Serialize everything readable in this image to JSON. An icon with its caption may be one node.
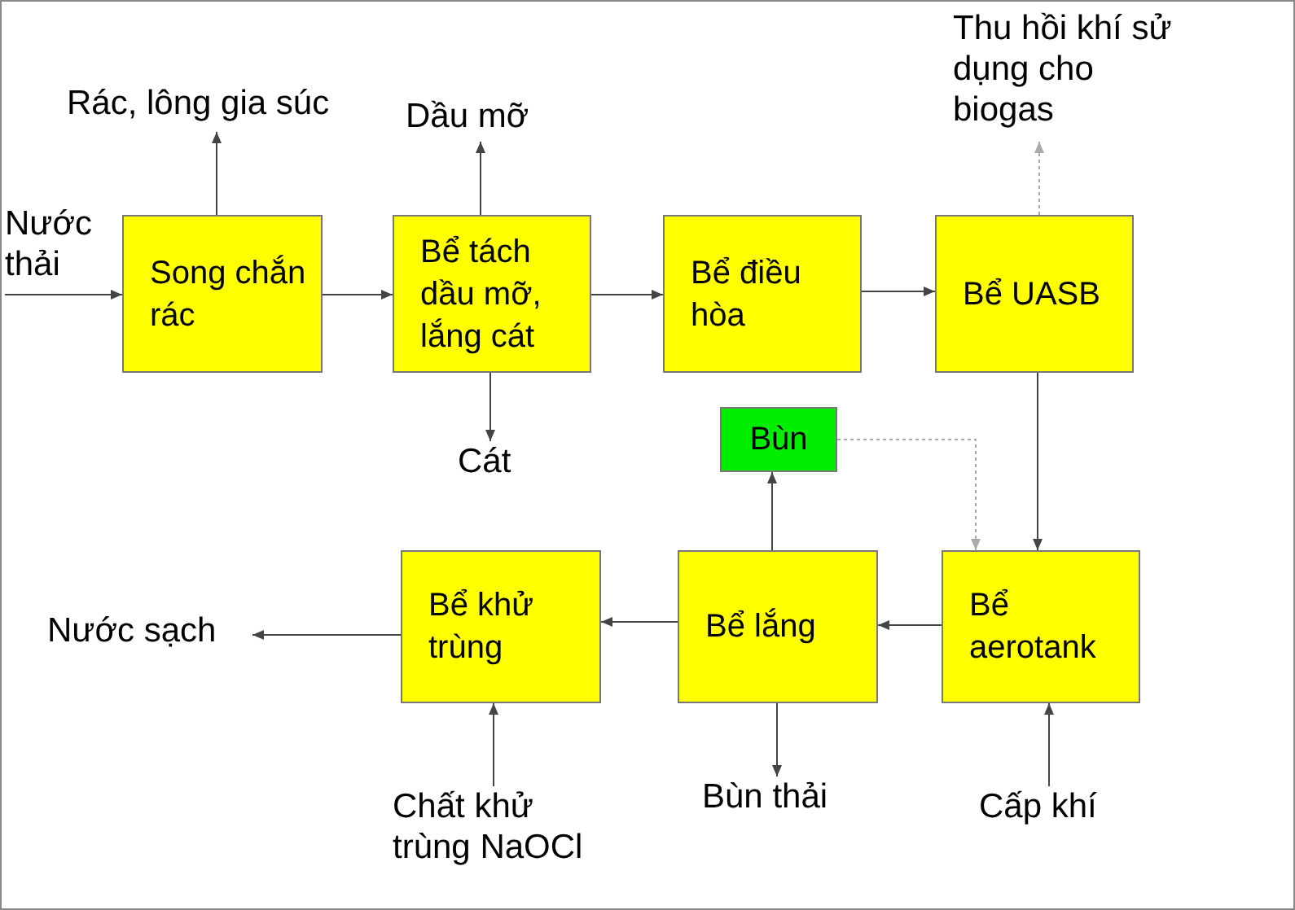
{
  "diagram": {
    "nodes": [
      {
        "text": [
          "Nước thải"
        ]
      },
      {
        "text": [
          "Song chắn rác"
        ]
      },
      {
        "text": [
          "Rác, lông gia súc"
        ]
      },
      {
        "text": [
          "Bể tách dầu mỡ, lắng cát"
        ]
      },
      {
        "text": [
          "Dầu mỡ"
        ]
      },
      {
        "text": [
          "Cát"
        ]
      },
      {
        "text": [
          "Bể điều hòa"
        ]
      },
      {
        "text": [
          "Bể UASB"
        ]
      },
      {
        "text": [
          "Thu hồi khí sử dụng cho biogas"
        ]
      },
      {
        "text": [
          "Bùn"
        ]
      },
      {
        "text": [
          "Bể aerotank"
        ]
      },
      {
        "text": [
          "Bể lắng"
        ]
      },
      {
        "text": [
          "Bể khử trùng"
        ]
      },
      {
        "text": [
          "Nước sạch"
        ]
      },
      {
        "text": [
          "Chất khử trùng NaOCl"
        ]
      },
      {
        "text": [
          "Bùn thải"
        ]
      },
      {
        "text": [
          "Cấp khí"
        ]
      }
    ],
    "edges": [
      {
        "from": 0,
        "to": 1,
        "arrow": "to"
      },
      {
        "from": 1,
        "to": 2,
        "arrow": "to"
      },
      {
        "from": 1,
        "to": 3,
        "arrow": "to"
      },
      {
        "from": 3,
        "to": 4,
        "arrow": "to"
      },
      {
        "from": 3,
        "to": 5,
        "arrow": "to"
      },
      {
        "from": 3,
        "to": 6,
        "arrow": "to"
      },
      {
        "from": 6,
        "to": 7,
        "arrow": "to"
      },
      {
        "from": 7,
        "to": 8,
        "arrow": "to",
        "style": "dashed",
        "color": "#aaaaaa"
      },
      {
        "from": 7,
        "to": 10,
        "arrow": "to"
      },
      {
        "from": 9,
        "to": 10,
        "arrow": "to",
        "style": "dashed",
        "color": "#aaaaaa"
      },
      {
        "from": 10,
        "to": 11,
        "arrow": "to"
      },
      {
        "from": 11,
        "to": 9,
        "arrow": "to"
      },
      {
        "from": 11,
        "to": 12,
        "arrow": "to"
      },
      {
        "from": 12,
        "to": 13,
        "arrow": "to"
      },
      {
        "from": 14,
        "to": 12,
        "arrow": "to"
      },
      {
        "from": 11,
        "to": 15,
        "arrow": "to"
      },
      {
        "from": 16,
        "to": 10,
        "arrow": "to"
      }
    ]
  }
}
